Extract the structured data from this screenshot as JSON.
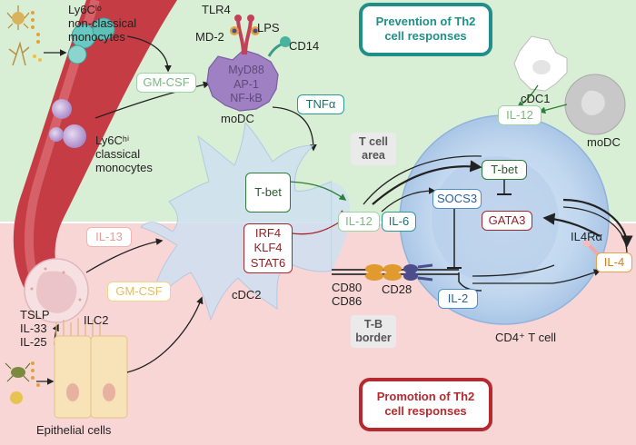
{
  "titles": {
    "prevention": "Prevention of Th2\ncell responses",
    "promotion": "Promotion of Th2\ncell responses"
  },
  "areas": {
    "t_cell_area": "T cell\narea",
    "t_b_border": "T-B\nborder"
  },
  "cells": {
    "ly6clo": "Ly6Cˡᵒ\nnon-classical\nmonocytes",
    "ly6chi": "Ly6Cʰⁱ\nclassical\nmonocytes",
    "modc_left": "moDC",
    "modc_right": "moDC",
    "cdc1": "cDC1",
    "cdc2": "cDC2",
    "ilc2": "ILC2",
    "cd4": "CD4⁺ T cell",
    "epithelial": "Epithelial cells"
  },
  "receptors": {
    "tlr4": "TLR4",
    "md2": "MD-2",
    "lps": "LPS",
    "cd14": "CD14",
    "cd80": "CD80\nCD86",
    "cd28": "CD28",
    "il4ra": "IL4Rα"
  },
  "signals": {
    "myd88": "MyD88\nAP-1\nNF-kB",
    "gmcsf_top": "GM-CSF",
    "gmcsf_bottom": "GM-CSF",
    "tnfa": "TNFα",
    "il12_top": "IL-12",
    "il12_mid": "IL-12",
    "il6": "IL-6",
    "il13": "IL-13",
    "il2": "IL-2",
    "il4": "IL-4",
    "tslp": "TSLP\nIL-33\nIL-25"
  },
  "factors": {
    "tbet_dc": "T-bet",
    "irf4": "IRF4\nKLF4\nSTAT6",
    "tbet_t": "T-bet",
    "socs3": "SOCS3",
    "gata3": "GATA3"
  },
  "colors": {
    "prevention_bg": "#d9efd5",
    "promotion_bg": "#f9d6d6",
    "prevention_accent": "#1f8f87",
    "promotion_accent": "#b52a2f"
  }
}
